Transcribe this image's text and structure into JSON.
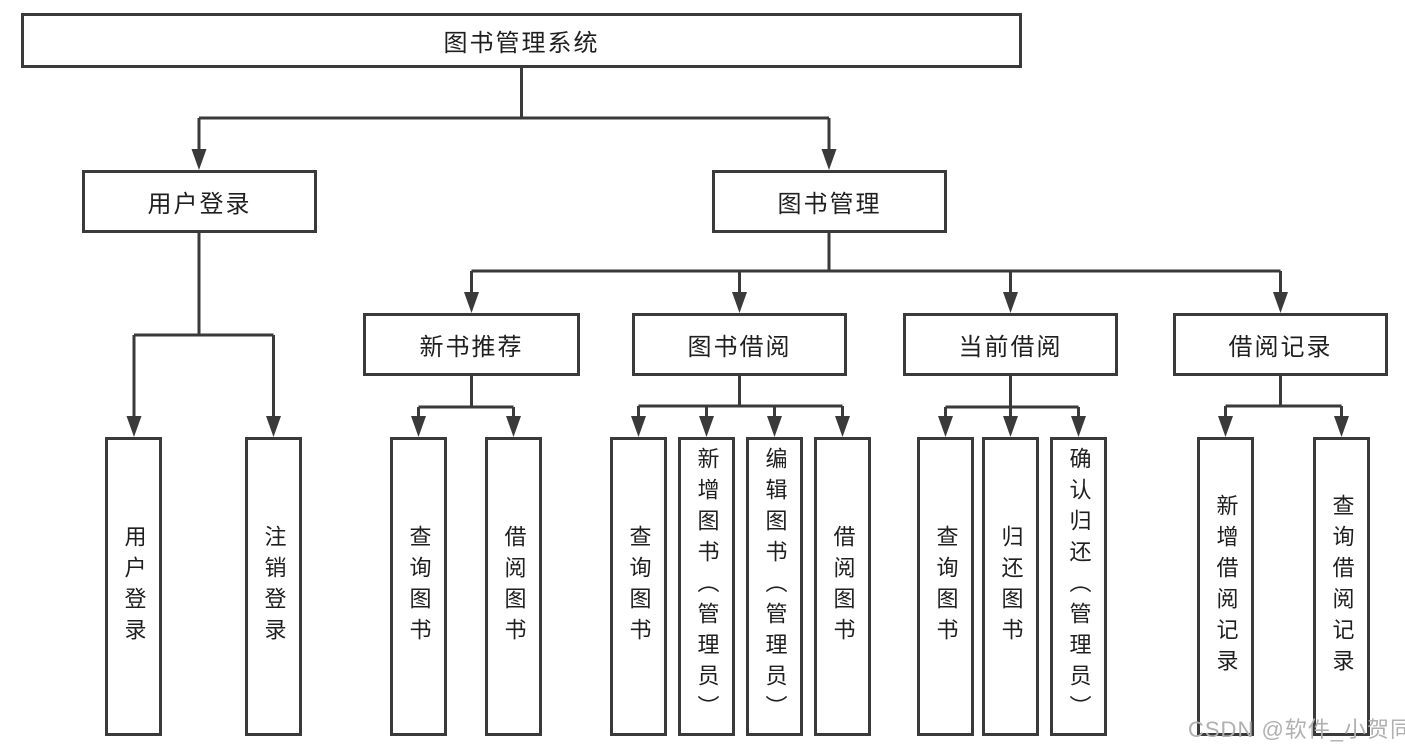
{
  "title": "图书管理系统",
  "watermark": "CSDN @软件_小贺同学",
  "colors": {
    "line": "#3a3a3a",
    "box_border": "#3a3a3a",
    "text": "#1f1f1f",
    "background": "#ffffff",
    "watermark": "#b0b0b0"
  },
  "tree": {
    "root": "图书管理系统",
    "children": [
      {
        "label": "用户登录",
        "children": [
          "用户登录",
          "注销登录"
        ]
      },
      {
        "label": "图书管理",
        "children": [
          {
            "label": "新书推荐",
            "children": [
              "查询图书",
              "借阅图书"
            ]
          },
          {
            "label": "图书借阅",
            "children": [
              "查询图书",
              "新增图书（管理员）",
              "编辑图书（管理员）",
              "借阅图书"
            ]
          },
          {
            "label": "当前借阅",
            "children": [
              "查询图书",
              "归还图书",
              "确认归还（管理员）"
            ]
          },
          {
            "label": "借阅记录",
            "children": [
              "新增借阅记录",
              "查询借阅记录"
            ]
          }
        ]
      }
    ]
  }
}
